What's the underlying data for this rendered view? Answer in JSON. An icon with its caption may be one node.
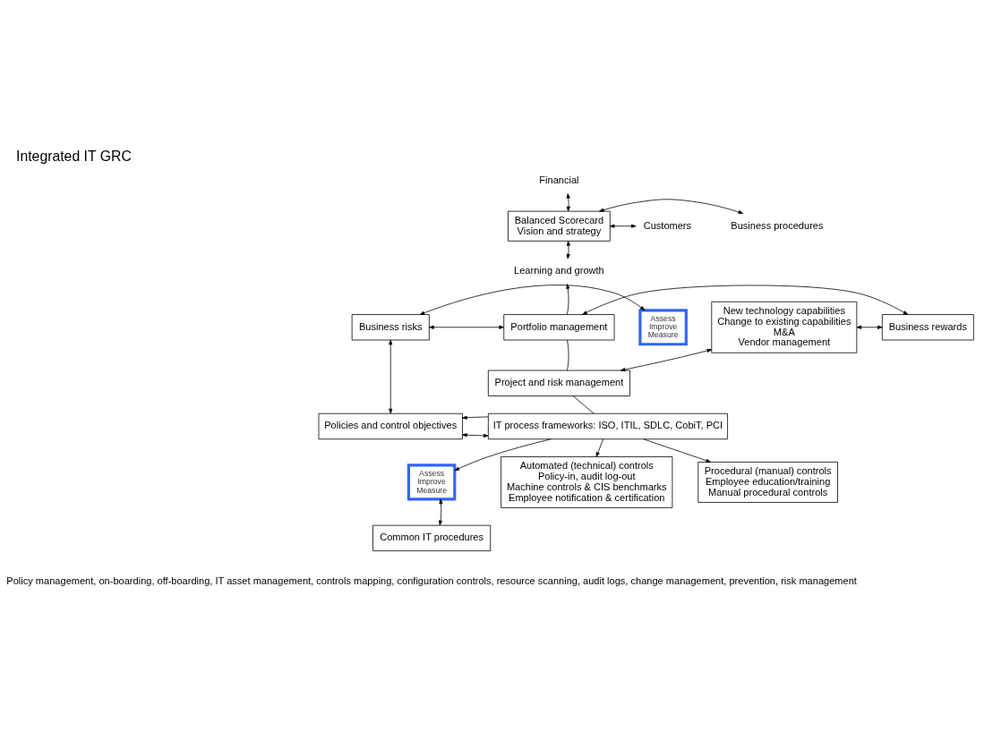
{
  "diagram": {
    "title": "Integrated IT GRC",
    "nodes": [
      {
        "text": [
          "Financial"
        ]
      },
      {
        "text": [
          "Balanced Scorecard",
          "Vision and strategy"
        ]
      },
      {
        "text": [
          "Customers"
        ]
      },
      {
        "text": [
          "Business procedures"
        ]
      },
      {
        "text": [
          "Learning and growth"
        ]
      },
      {
        "text": [
          "New technology capabilities",
          "Change to existing capabilities",
          "M&A",
          "Vendor management"
        ]
      },
      {
        "text": [
          "Business rewards"
        ]
      },
      {
        "text": [
          "Portfolio management"
        ]
      },
      {
        "text": [
          "Business risks"
        ]
      },
      {
        "text": [
          "Assess Improve Measure"
        ]
      },
      {
        "text": [
          "Project and risk management"
        ]
      },
      {
        "text": [
          "Policies and control objectives"
        ]
      },
      {
        "text": [
          "IT process frameworks: ISO, ITIL, SDLC, CobiT, PCI"
        ]
      },
      {
        "text": [
          "Procedural (manual) controls",
          "Employee education/training",
          "Manual procedural controls"
        ]
      },
      {
        "text": [
          "Assess Improve Measure"
        ]
      },
      {
        "text": [
          "Automated (technical) controls",
          "Policy-in, audit log-out",
          "Machine controls & CIS benchmarks",
          "Employee notification & certification"
        ]
      },
      {
        "text": [
          "Common IT procedures"
        ]
      }
    ],
    "edges": [
      {
        "from": 0,
        "to": 1,
        "arrow": "both"
      },
      {
        "from": 2,
        "to": 1,
        "arrow": "both"
      },
      {
        "from": 1,
        "to": 3,
        "arrow": "both"
      },
      {
        "from": 1,
        "to": 4,
        "arrow": "both"
      },
      {
        "from": 7,
        "to": 4,
        "arrow": "to"
      },
      {
        "from": 5,
        "to": 6,
        "arrow": "both"
      },
      {
        "from": 6,
        "to": 7,
        "arrow": "both"
      },
      {
        "from": 7,
        "to": 8,
        "arrow": "both"
      },
      {
        "from": 8,
        "to": 9,
        "arrow": "both"
      },
      {
        "from": 5,
        "to": 10,
        "arrow": "both"
      },
      {
        "from": 7,
        "to": 10,
        "arrow": "none"
      },
      {
        "from": 10,
        "to": 12,
        "arrow": "none"
      },
      {
        "from": 8,
        "to": 11,
        "arrow": "both"
      },
      {
        "from": 12,
        "to": 11,
        "arrow": "both"
      },
      {
        "from": 12,
        "to": 13,
        "arrow": "to"
      },
      {
        "from": 12,
        "to": 14,
        "arrow": "to"
      },
      {
        "from": 12,
        "to": 11,
        "arrow": "to"
      },
      {
        "from": 12,
        "to": 15,
        "arrow": "to"
      },
      {
        "from": 14,
        "to": 16,
        "arrow": "both"
      }
    ],
    "labels": [
      "Policy management, on-boarding, off-boarding, IT asset management, controls mapping, configuration controls, resource scanning, audit logs, change management, prevention, risk management"
    ]
  }
}
